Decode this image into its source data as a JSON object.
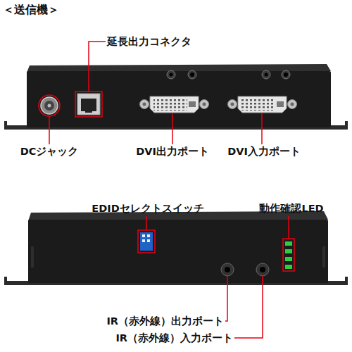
{
  "diagram": {
    "title": "＜送信機＞",
    "labels": [
      "延長出力コネクタ",
      "DCジャック",
      "DVI出力ポート",
      "DVI入力ポート",
      "EDIDセレクトスイッチ",
      "動作確認LED",
      "IR（赤外線）出力ポート",
      "IR（赤外線）入力ポート"
    ]
  }
}
